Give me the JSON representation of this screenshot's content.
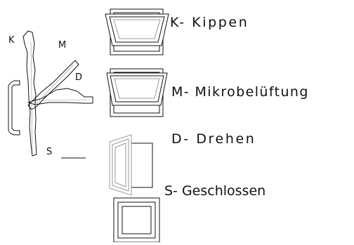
{
  "legend": {
    "kippen": "K- Kippen",
    "mikro": "M- Mikrobelüftung",
    "drehen": "D- Drehen",
    "geschlossen": "S- Geschlossen"
  },
  "handle": {
    "k": "K",
    "m": "M",
    "d": "D",
    "s": "S"
  },
  "colors": {
    "line": "#111111",
    "light_line": "#999999",
    "background": "#ffffff"
  }
}
